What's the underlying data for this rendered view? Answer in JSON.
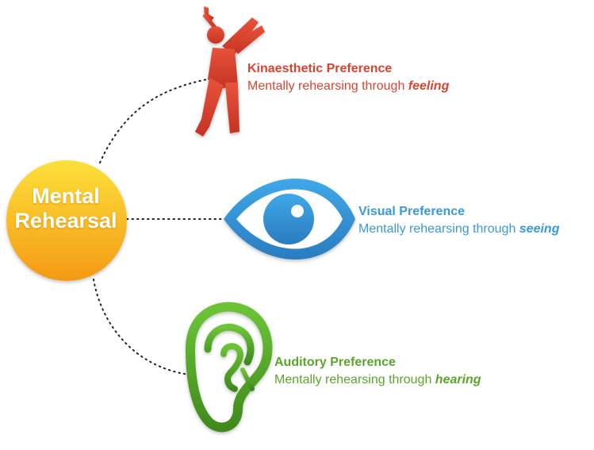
{
  "center": {
    "line1": "Mental",
    "line2": "Rehearsal"
  },
  "colors": {
    "center_top": "#fbd72e",
    "center_bottom": "#f5a016",
    "kinaesthetic": "#d9442f",
    "visual": "#3a9ad9",
    "auditory": "#5aa62b",
    "connector": "#222222"
  },
  "preferences": [
    {
      "id": "kinaesthetic",
      "title": "Kinaesthetic Preference",
      "desc_prefix": "Mentally rehearsing through ",
      "desc_emphasis": "feeling",
      "icon": "golfer-icon"
    },
    {
      "id": "visual",
      "title": "Visual Preference",
      "desc_prefix": "Mentally rehearsing through ",
      "desc_emphasis": "seeing",
      "icon": "eye-icon"
    },
    {
      "id": "auditory",
      "title": "Auditory Preference",
      "desc_prefix": "Mentally rehearsing through ",
      "desc_emphasis": "hearing",
      "icon": "ear-icon"
    }
  ]
}
